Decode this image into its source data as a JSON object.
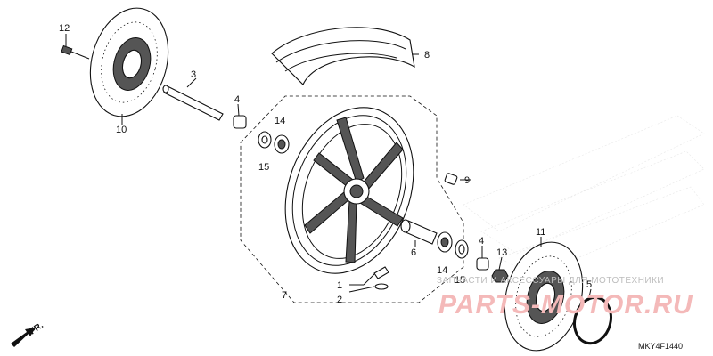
{
  "diagram": {
    "code": "MKY4F1440",
    "direction_label": "FR.",
    "callouts": {
      "c1": "1",
      "c2": "2",
      "c3": "3",
      "c4a": "4",
      "c4b": "4",
      "c5": "5",
      "c6": "6",
      "c7": "7",
      "c8": "8",
      "c9": "9",
      "c10": "10",
      "c11": "11",
      "c12": "12",
      "c13": "13",
      "c14a": "14",
      "c14b": "14",
      "c15a": "15",
      "c15b": "15"
    }
  },
  "watermark": {
    "line1": "ЗАПЧАСТИ И АКСЕССУАРЫ ДЛЯ МОТОТЕХНИКИ",
    "line2": "PARTS-MOTOR.RU"
  }
}
